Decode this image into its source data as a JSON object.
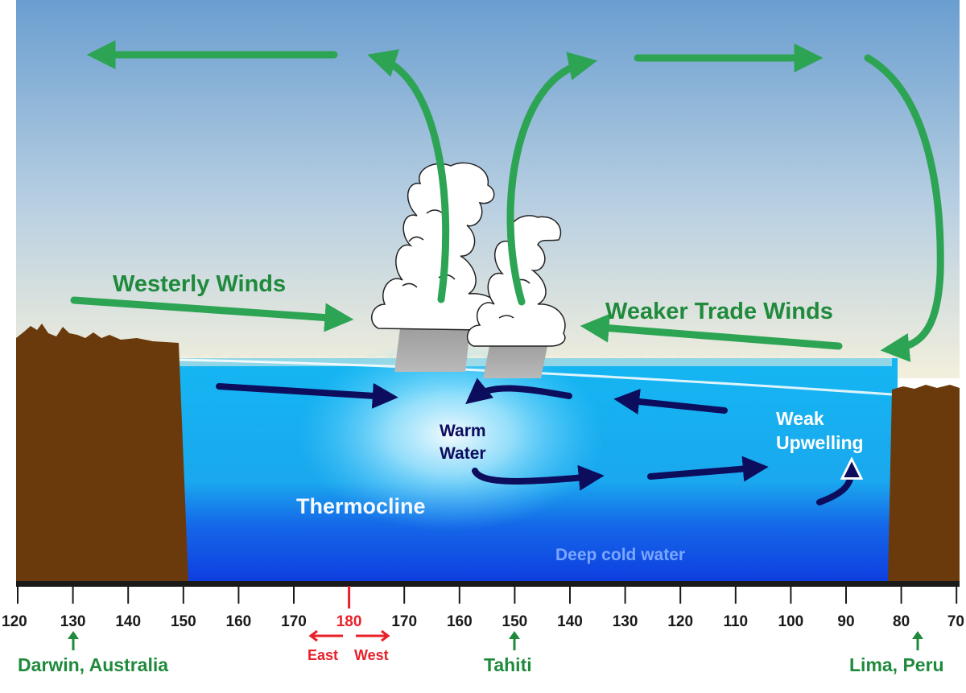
{
  "labels": {
    "westerly_winds": "Westerly Winds",
    "weaker_trade_winds": "Weaker Trade Winds",
    "warm_water_line1": "Warm",
    "warm_water_line2": "Water",
    "weak_upwelling_line1": "Weak",
    "weak_upwelling_line2": "Upwelling",
    "thermocline": "Thermocline",
    "deep_cold_water": "Deep cold water"
  },
  "axis": {
    "ticks": [
      "120",
      "130",
      "140",
      "150",
      "160",
      "170",
      "180",
      "170",
      "160",
      "150",
      "140",
      "130",
      "120",
      "110",
      "100",
      "90",
      "80",
      "70"
    ],
    "highlight_tick": "180",
    "east_label": "East",
    "west_label": "West"
  },
  "locations": {
    "darwin": "Darwin, Australia",
    "tahiti": "Tahiti",
    "lima": "Lima, Peru"
  },
  "colors": {
    "wind_arrow": "#2da453",
    "current_arrow": "#0d0d5e",
    "land": "#6b3a0c",
    "label_green": "#1f8a3c",
    "axis_red": "#e8212a",
    "deep_water_text": "#7aa6ff"
  }
}
